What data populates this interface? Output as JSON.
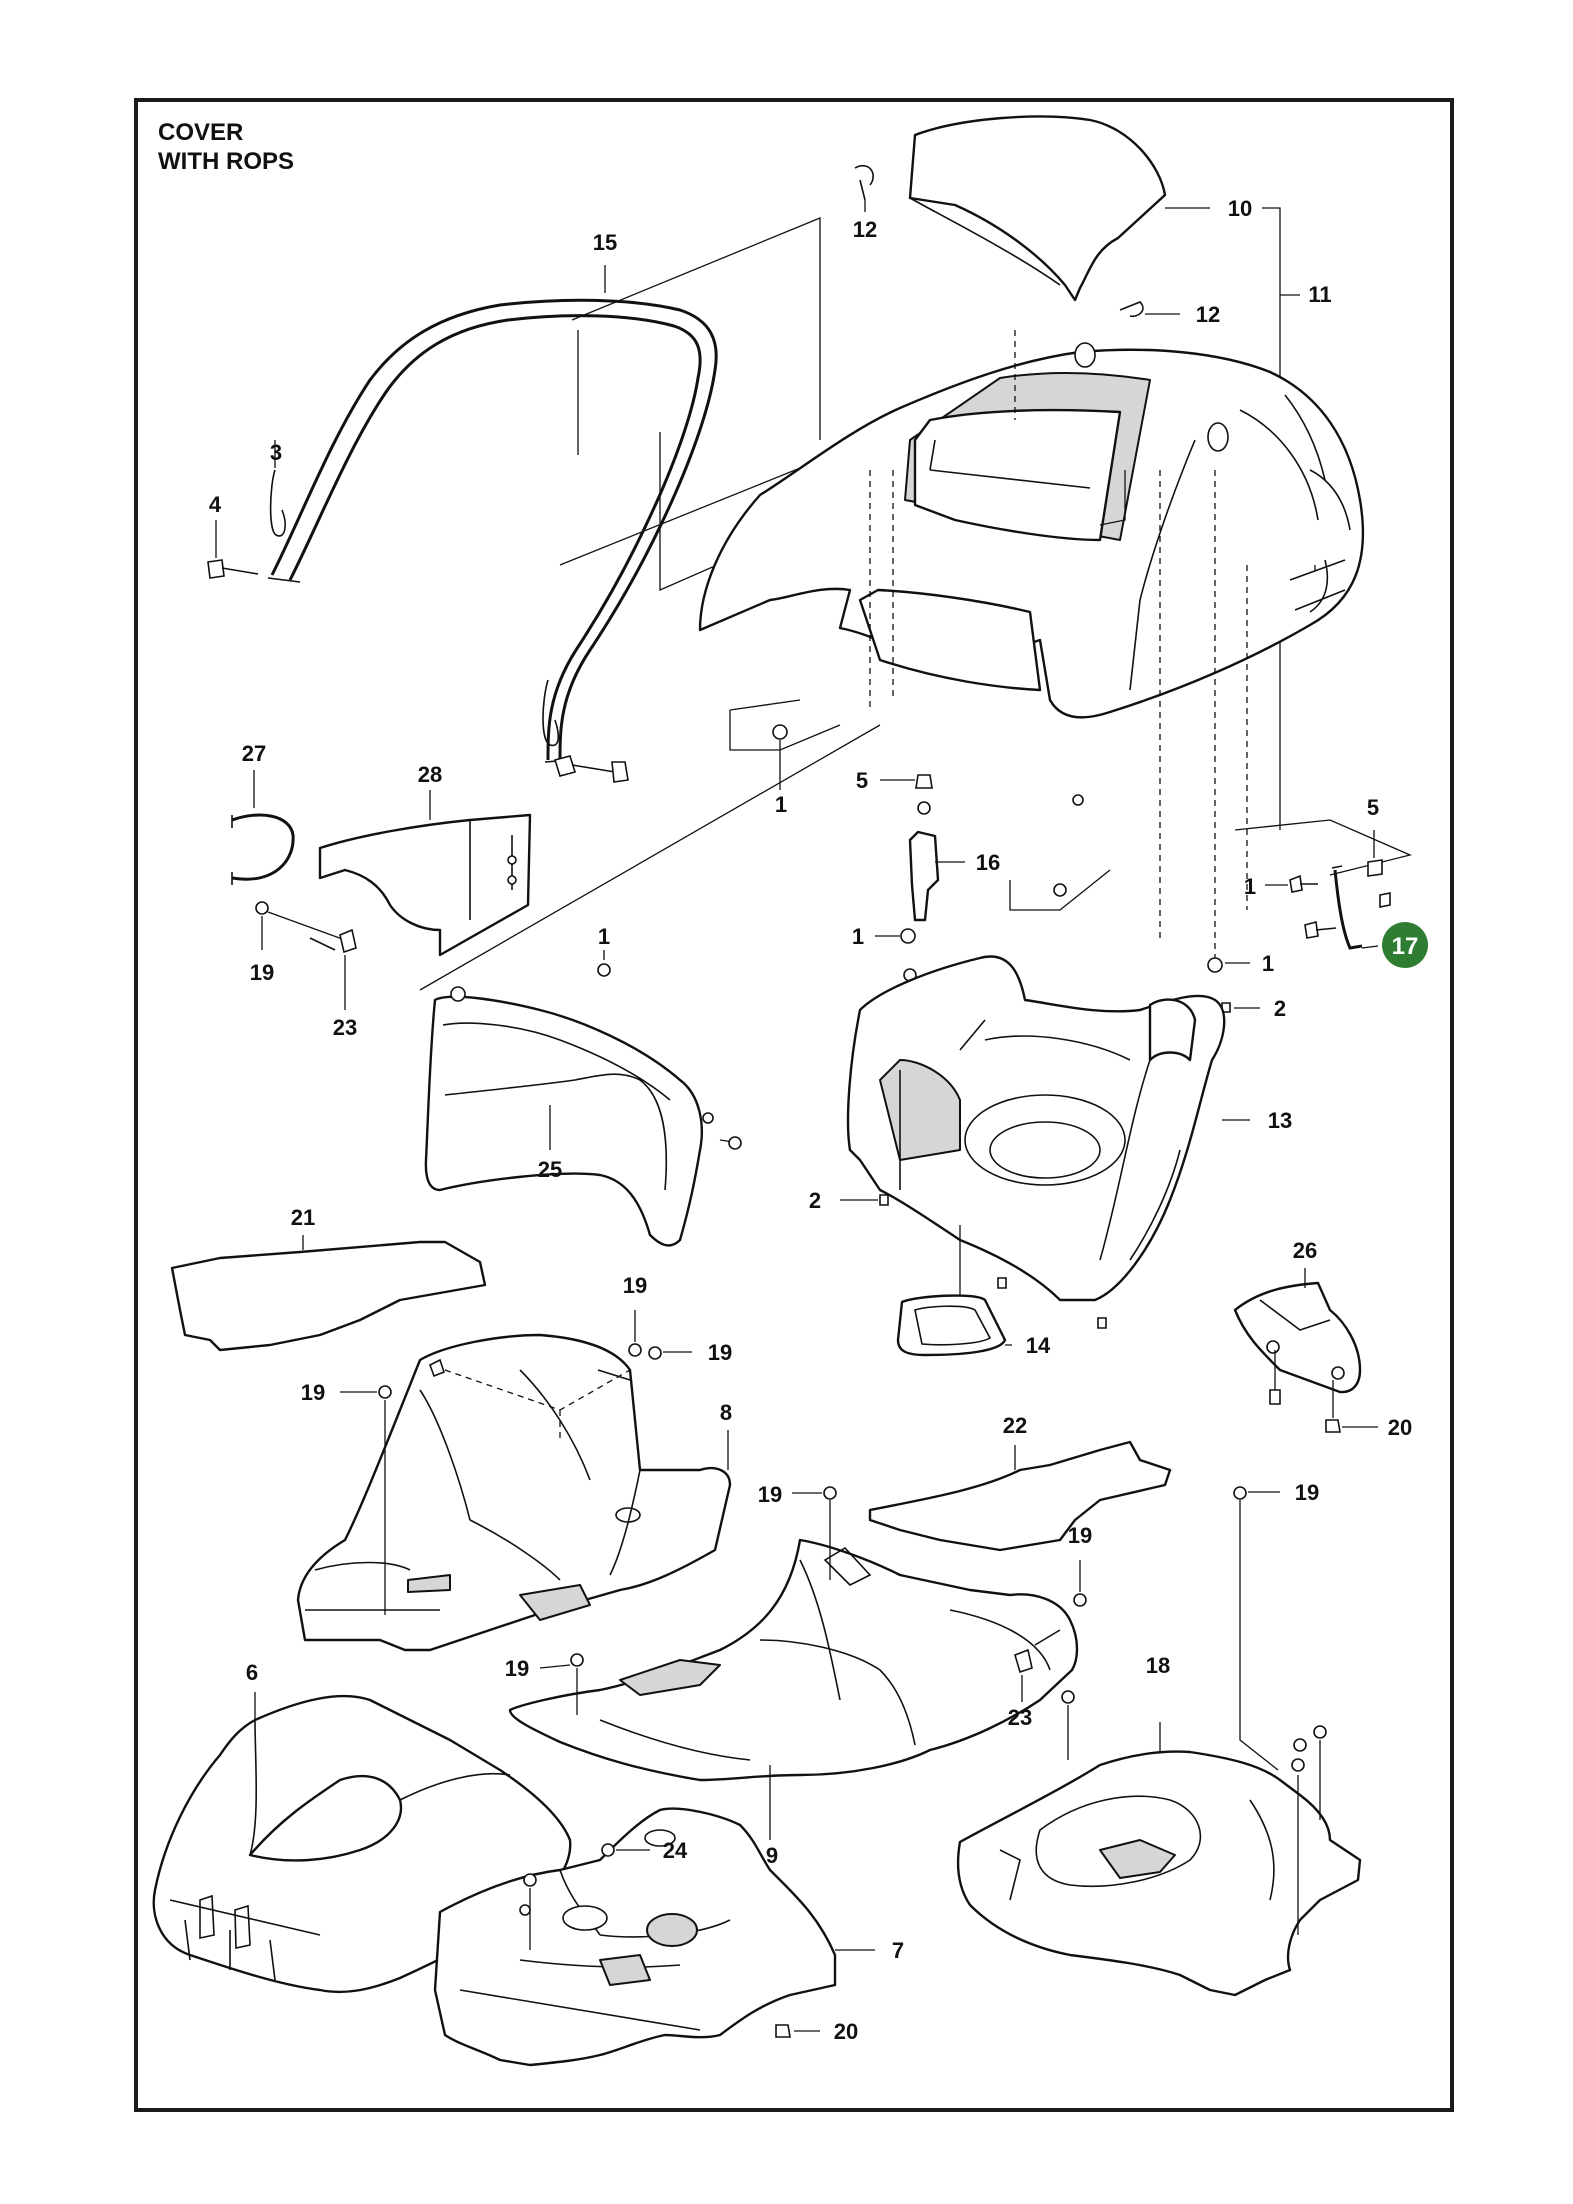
{
  "title": {
    "line1": "COVER",
    "line2": "WITH ROPS"
  },
  "highlight_color": "#2f7d32",
  "callouts": {
    "c1a": "1",
    "c1b": "1",
    "c1c": "1",
    "c1d": "1",
    "c1e": "1",
    "c2a": "2",
    "c2b": "2",
    "c3": "3",
    "c4": "4",
    "c5a": "5",
    "c5b": "5",
    "c6": "6",
    "c7": "7",
    "c8": "8",
    "c9": "9",
    "c10": "10",
    "c11": "11",
    "c12a": "12",
    "c12b": "12",
    "c13": "13",
    "c14": "14",
    "c15": "15",
    "c16": "16",
    "c17": "17",
    "c18": "18",
    "c19a": "19",
    "c19b": "19",
    "c19c": "19",
    "c19d": "19",
    "c19e": "19",
    "c19f": "19",
    "c19g": "19",
    "c19h": "19",
    "c20a": "20",
    "c20b": "20",
    "c21": "21",
    "c22": "22",
    "c23a": "23",
    "c23b": "23",
    "c24": "24",
    "c25": "25",
    "c26": "26",
    "c27": "27",
    "c28": "28"
  }
}
